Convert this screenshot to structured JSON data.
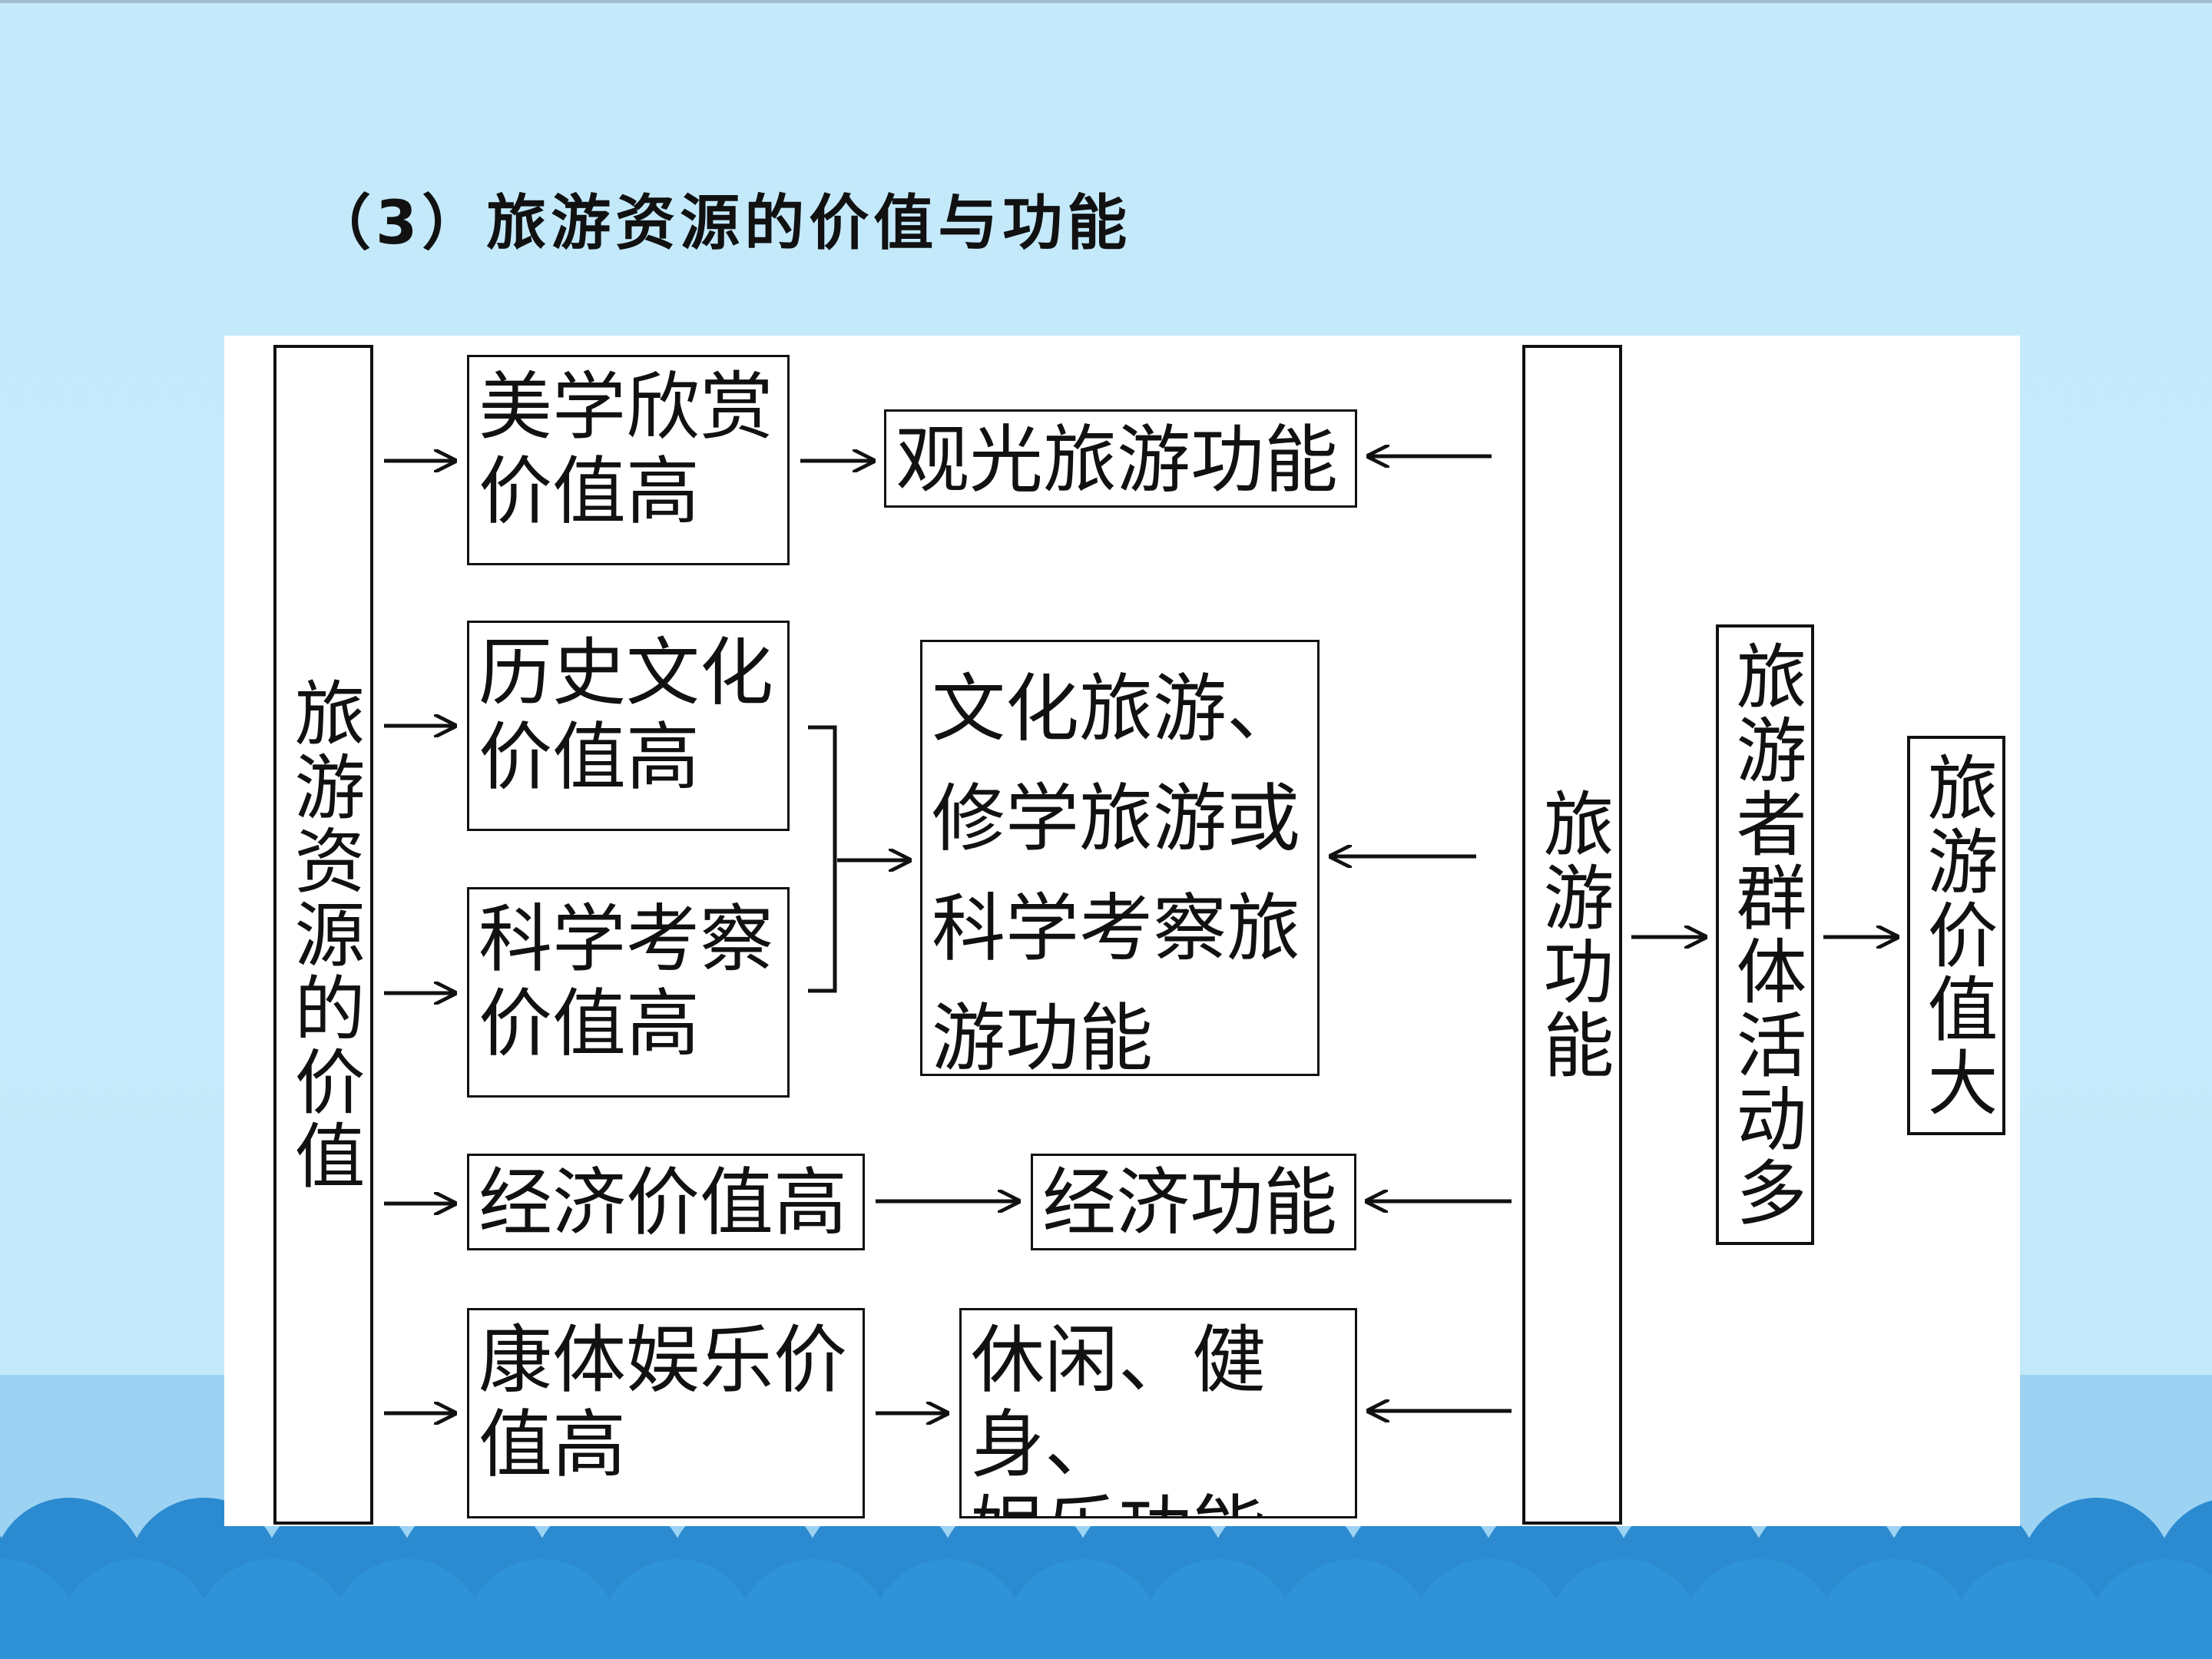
{
  "title": "（3）旅游资源的价值与功能",
  "diagram": {
    "left_column": "旅游资源的价值",
    "values": {
      "aesthetic": "美学欣赏\n价值高",
      "historical": "历史文化\n价值高",
      "scientific": "科学考察\n价值高",
      "economic": "经济价值高",
      "recreation": "康体娱乐价\n值高"
    },
    "functions": {
      "sightseeing": "观光旅游功能",
      "culture": "文化旅游、\n修学旅游或\n科学考察旅\n游功能",
      "economic": "经济功能",
      "leisure": "休闲、健身、\n娱乐功能"
    },
    "center_column": "旅游功能",
    "tourist_activity": "旅游者群体活动多",
    "result": "旅游价值大"
  },
  "colors": {
    "background": "#c3e9fb",
    "band": "#9dd3f2",
    "scallop": "#2f8fd4",
    "line": "#111111"
  }
}
